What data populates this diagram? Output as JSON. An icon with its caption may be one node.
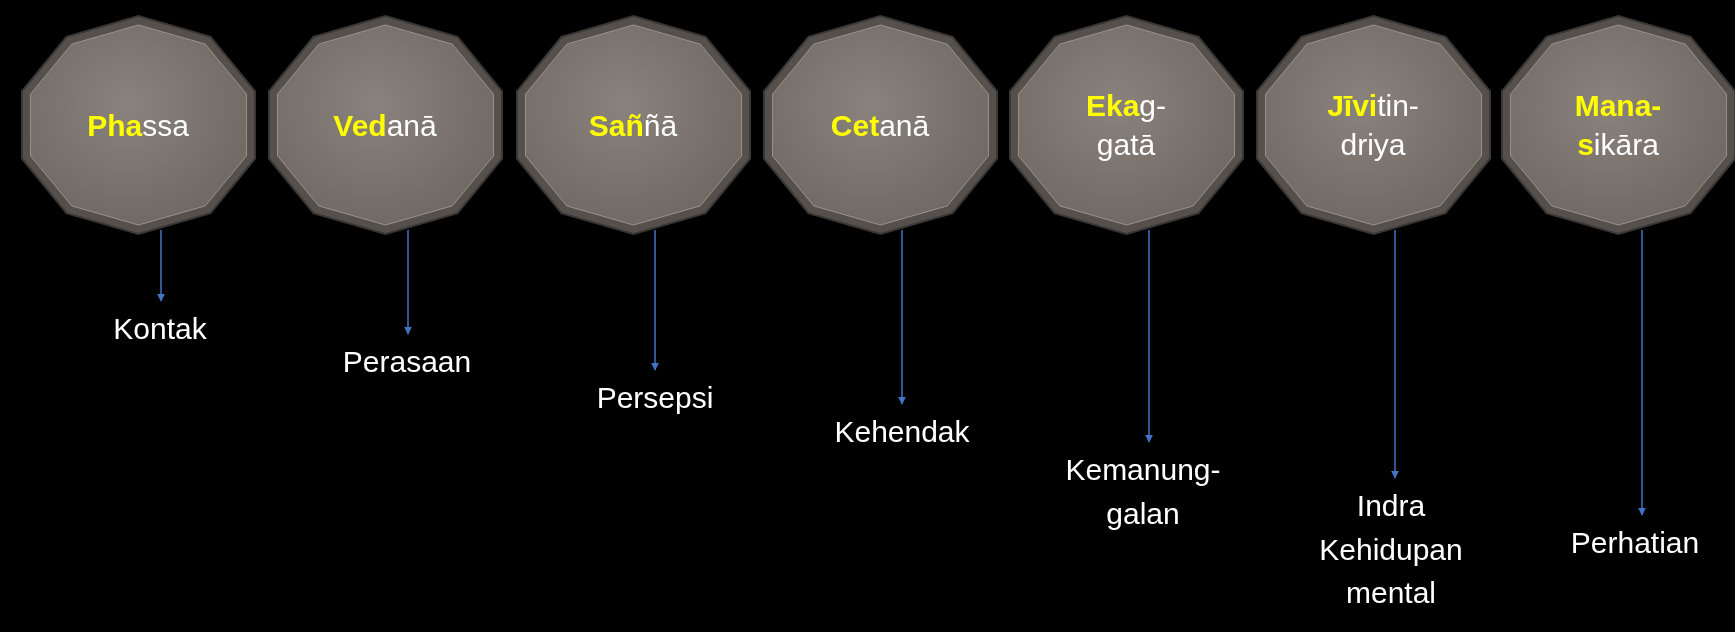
{
  "diagram": {
    "nodes": [
      {
        "text": [
          "**Pha**ssa"
        ]
      },
      {
        "text": [
          "**Ved**anā"
        ]
      },
      {
        "text": [
          "**Sañ**ñā"
        ]
      },
      {
        "text": [
          "**Cet**anā"
        ]
      },
      {
        "text": [
          "**Eka**g- gatā"
        ]
      },
      {
        "text": [
          "**Jīvi**tin- driya"
        ]
      },
      {
        "text": [
          "**Mana-** **s**ikāra"
        ]
      },
      {
        "text": [
          "Kontak"
        ]
      },
      {
        "text": [
          "Perasaan"
        ]
      },
      {
        "text": [
          "Persepsi"
        ]
      },
      {
        "text": [
          "Kehendak"
        ]
      },
      {
        "text": [
          "Kemanung- galan"
        ]
      },
      {
        "text": [
          "Indra Kehidupan mental"
        ]
      },
      {
        "text": [
          "Perhatian"
        ]
      }
    ],
    "edges": [
      {
        "from": 0,
        "to": 7,
        "arrow": "to"
      },
      {
        "from": 1,
        "to": 8,
        "arrow": "to"
      },
      {
        "from": 2,
        "to": 9,
        "arrow": "to"
      },
      {
        "from": 3,
        "to": 10,
        "arrow": "to"
      },
      {
        "from": 4,
        "to": 11,
        "arrow": "to"
      },
      {
        "from": 5,
        "to": 12,
        "arrow": "to"
      },
      {
        "from": 6,
        "to": 13,
        "arrow": "to"
      }
    ]
  }
}
